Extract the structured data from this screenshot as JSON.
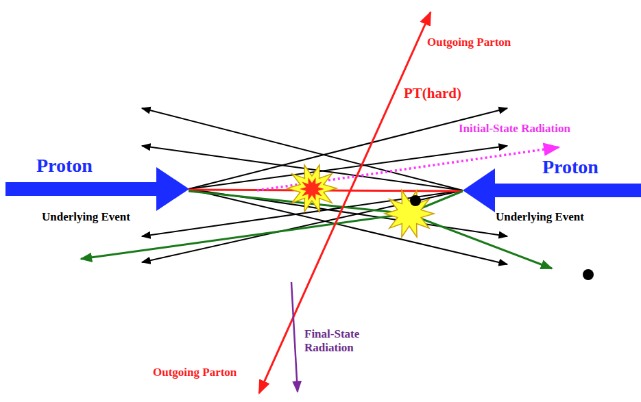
{
  "diagram": {
    "labels": [
      "Outgoing Parton",
      "PT(hard)",
      "Initial-State Radiation",
      "Proton",
      "Proton",
      "Underlying Event",
      "Underlying Event",
      "Outgoing Parton",
      "Final-State Radiation"
    ]
  }
}
